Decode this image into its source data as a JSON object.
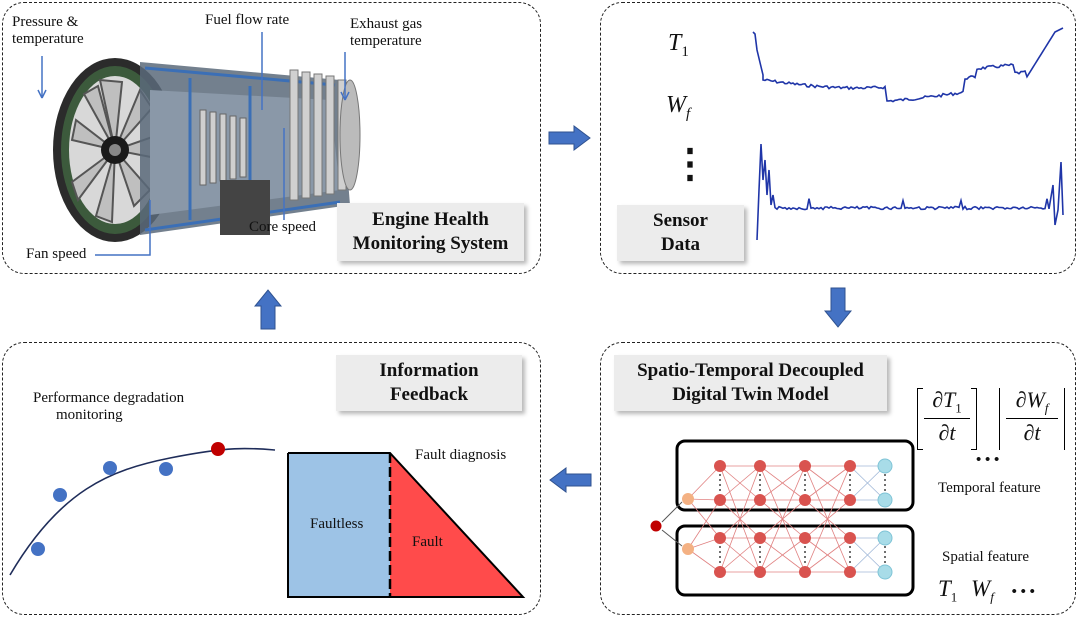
{
  "engine_panel": {
    "labels": {
      "pressure_line1": "Pressure &",
      "pressure_line2": "temperature",
      "fuel_flow": "Fuel flow rate",
      "exhaust_line1": "Exhaust gas",
      "exhaust_line2": "temperature",
      "core_speed": "Core speed",
      "fan_speed": "Fan speed"
    },
    "title_line1": "Engine Health",
    "title_line2": "Monitoring System"
  },
  "sensor_panel": {
    "sym_t1": "T",
    "sym_t1_sub": "1",
    "sym_wf": "W",
    "sym_wf_sub": "f",
    "dots": "⋮",
    "title_line1": "Sensor",
    "title_line2": "Data"
  },
  "twin_panel": {
    "title_line1": "Spatio-Temporal Decoupled",
    "title_line2": "Digital Twin Model",
    "deriv1_num": "∂T",
    "deriv1_num_sub": "1",
    "deriv_den": "∂t",
    "deriv2_num": "∂W",
    "deriv2_num_sub": "f",
    "ellipsis": "• • •",
    "temporal_feature": "Temporal feature",
    "spatial_feature": "Spatial feature",
    "bottom_t": "T",
    "bottom_t_sub": "1",
    "bottom_w": "W",
    "bottom_w_sub": "f",
    "bottom_dots": "• • •"
  },
  "feedback_panel": {
    "title_line1": "Information",
    "title_line2": "Feedback",
    "perf_line1": "Performance degradation",
    "perf_line2": "monitoring",
    "fault_diagnosis": "Fault diagnosis",
    "faultless": "Faultless",
    "fault": "Fault"
  },
  "colors": {
    "arrow_fill": "#4472c4",
    "arrow_stroke": "#2f528f",
    "sensor_line": "#1f35a8",
    "faultless_fill": "#9dc3e6",
    "fault_fill": "#ff4b4b",
    "point_blue": "#4472c4",
    "point_red": "#c00000",
    "node_red": "#d9534f",
    "node_cyan": "#a8dce8",
    "node_orange": "#f4b183"
  }
}
